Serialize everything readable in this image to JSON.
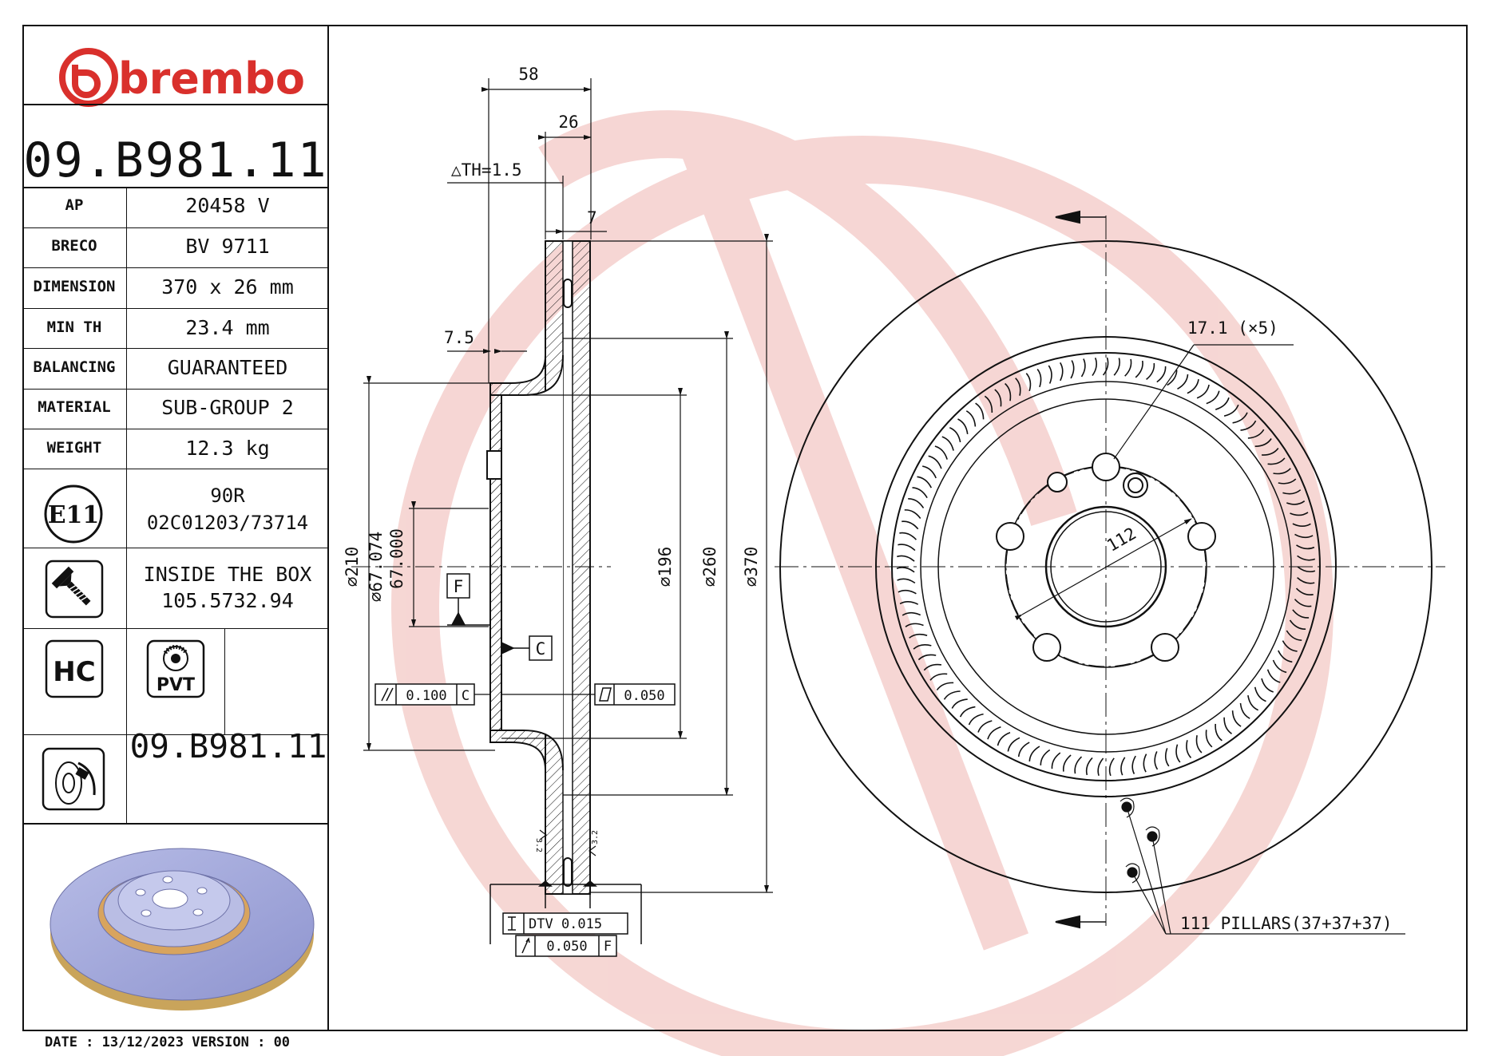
{
  "brand": {
    "name": "brembo",
    "color": "#d9302c"
  },
  "part_number": "09.B981.11",
  "specs": [
    {
      "label": "AP",
      "value": "20458 V"
    },
    {
      "label": "BRECO",
      "value": "BV 9711"
    },
    {
      "label": "DIMENSION",
      "value": "370 x 26 mm"
    },
    {
      "label": "MIN TH",
      "value": "23.4 mm"
    },
    {
      "label": "BALANCING",
      "value": "GUARANTEED"
    },
    {
      "label": "MATERIAL",
      "value": "SUB-GROUP 2"
    },
    {
      "label": "WEIGHT",
      "value": "12.3 kg"
    }
  ],
  "ece": {
    "badge": "E11",
    "line1": "90R",
    "line2": "02C01203/73714"
  },
  "box": {
    "line1": "INSIDE THE BOX",
    "line2": "105.5732.94"
  },
  "icons": {
    "hc": "HC",
    "pvt": "PVT"
  },
  "part_number_footer": "09.B981.11",
  "footer": {
    "date": "DATE : 13/12/2023 VERSION : 00"
  },
  "drawing": {
    "dim_58": "58",
    "dim_26": "26",
    "dim_th": "△TH=1.5",
    "dim_7": "7",
    "dim_7_5": "7.5",
    "dia_210": "⌀210",
    "dia_67_074": "⌀67.074",
    "dia_67_000": "67.000",
    "dia_196": "⌀196",
    "dia_260": "⌀260",
    "dia_370": "⌀370",
    "datum_f": "F",
    "datum_c": "C",
    "parallel_tol": "0.100",
    "parallel_ref": "C",
    "flat_tol": "0.050",
    "dtv": "DTV 0.015",
    "runout_tol": "0.050",
    "runout_ref": "F",
    "rough_1": "3.2",
    "rough_2": "3.2",
    "hole_dia": "17.1 (×5)",
    "pcd": "112",
    "pillars": "111 PILLARS(37+37+37)"
  }
}
